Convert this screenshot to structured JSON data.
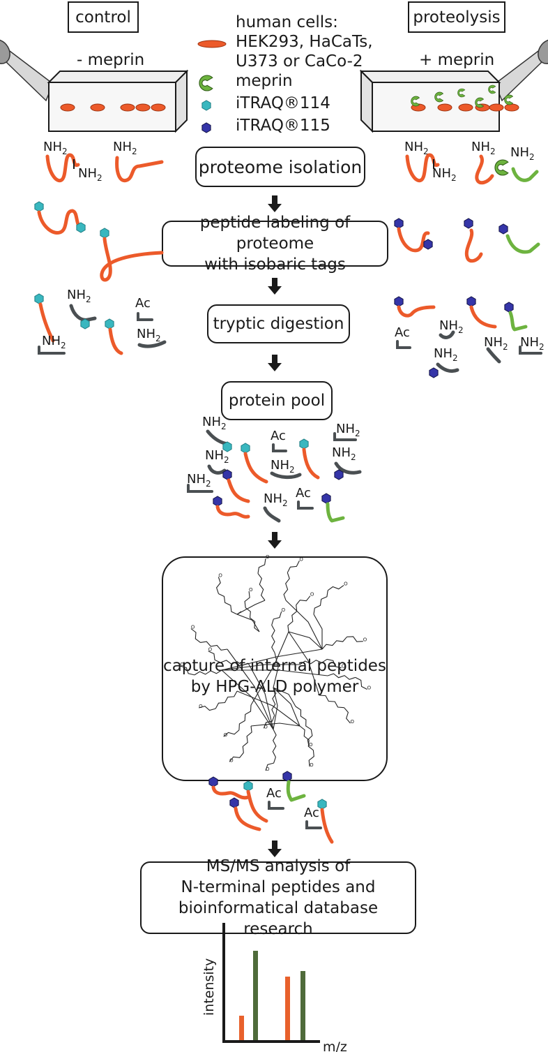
{
  "conditions": {
    "control": "control",
    "proteolysis": "proteolysis"
  },
  "flasks": {
    "control": "- meprin",
    "proteolysis": "+ meprin"
  },
  "legend": {
    "cells_label": "human cells:",
    "cell_lines_1": "HEK293, HaCaTs,",
    "cell_lines_2": "U373 or CaCo-2",
    "meprin": "meprin",
    "itraq114": "iTRAQ®114",
    "itraq115": "iTRAQ®115"
  },
  "steps": {
    "isolation": "proteome isolation",
    "labeling_1": "peptide labeling of proteome",
    "labeling_2": "with isobaric tags",
    "digestion": "tryptic digestion",
    "pool": "protein pool",
    "capture_1": "capture of internal  peptides",
    "capture_2": "by HPG-ALD polymer",
    "ms_1": "MS/MS analysis of",
    "ms_2": "N-terminal peptides and",
    "ms_3": "bioinformatical database research"
  },
  "labels": {
    "nh2": "NH",
    "nh2_sub": "2",
    "ac": "Ac"
  },
  "spectrum": {
    "ylabel": "intensity",
    "xlabel": "m/z"
  },
  "colors": {
    "orange": "#ec5a2a",
    "green": "#6db33f",
    "teal": "#39b7bf",
    "navy": "#22227a",
    "gray": "#4a4f52",
    "bar_orange": "#e8612c",
    "bar_green": "#4f6b3a"
  }
}
